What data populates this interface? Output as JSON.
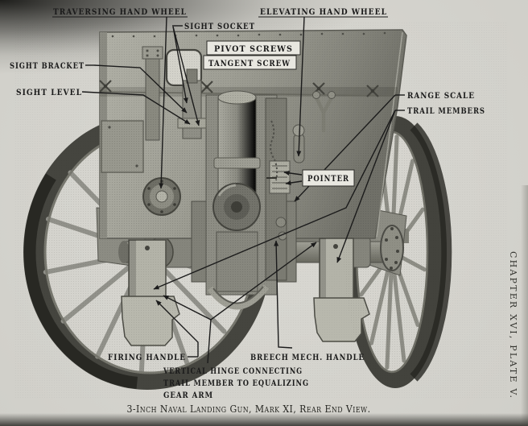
{
  "figure": {
    "caption": "3-Inch Naval Landing Gun, Mark XI, Rear End View.",
    "margin_note": "CHAPTER XVI, PLATE V."
  },
  "labels": {
    "traversing_hand_wheel": "TRAVERSING HAND WHEEL",
    "elevating_hand_wheel": "ELEVATING HAND WHEEL",
    "sight_socket": "SIGHT SOCKET",
    "pivot_screws": "PIVOT SCREWS",
    "tangent_screw": "TANGENT SCREW",
    "sight_bracket": "SIGHT BRACKET",
    "sight_level": "SIGHT LEVEL",
    "range_scale": "RANGE SCALE",
    "trail_members": "TRAIL MEMBERS",
    "pointer": "POINTER",
    "firing_handle": "FIRING HANDLE",
    "breech_mech_handle": "BREECH MECH. HANDLE",
    "vertical_hinge": {
      "line1": "VERTICAL HINGE CONNECTING",
      "line2": "TRAIL MEMBER TO EQUALIZING",
      "line3": "GEAR ARM"
    }
  },
  "colors": {
    "paper": "#d5d4cf",
    "ink": "#1b1b1b",
    "metal_light": "#b7b7ac",
    "metal_mid": "#8e8e85",
    "metal_dark": "#3a3a35"
  }
}
